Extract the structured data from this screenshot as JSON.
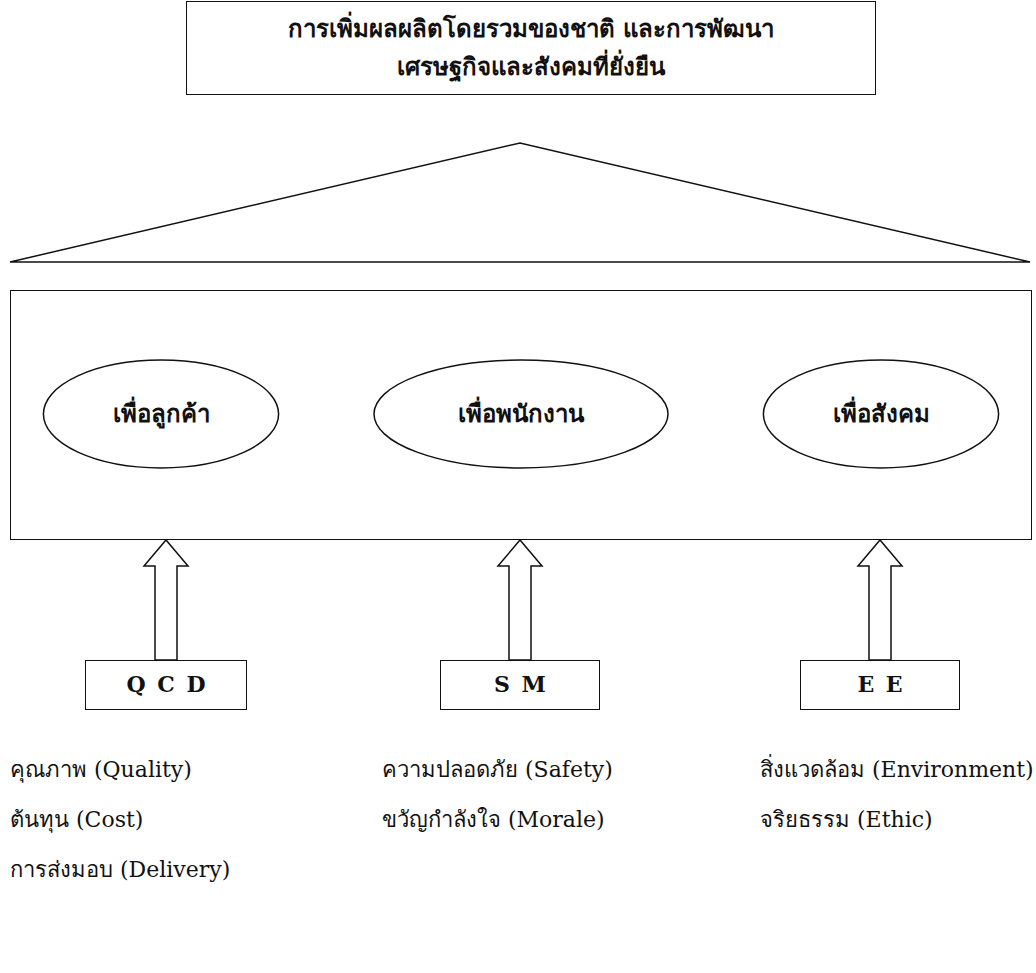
{
  "diagram": {
    "nodes": [
      {
        "text": [
          "การเพิ่มผลผลิตโดยรวมของชาติ และการพัฒนา เศรษฐกิจและสังคมที่ยั่งยืน"
        ]
      },
      {
        "text": []
      },
      {
        "text": [
          "เพื่อลูกค้า"
        ],
        "in": 1
      },
      {
        "text": [
          "เพื่อพนักงาน"
        ],
        "in": 1
      },
      {
        "text": [
          "เพื่อสังคม"
        ],
        "in": 1
      },
      {
        "text": [
          "Q C D"
        ]
      },
      {
        "text": [
          "S M"
        ]
      },
      {
        "text": [
          "E E"
        ]
      }
    ],
    "edges": [
      {
        "from": 5,
        "to": 1,
        "arrow": "to"
      },
      {
        "from": 6,
        "to": 1,
        "arrow": "to"
      },
      {
        "from": 7,
        "to": 1,
        "arrow": "to"
      }
    ],
    "labels": [
      "คุณภาพ (Quality)",
      "ต้นทุน (Cost)",
      "การส่งมอบ (Delivery)",
      "ความปลอดภัย (Safety)",
      "ขวัญกำลังใจ (Morale)",
      "สิ่งแวดล้อม (Environment)",
      "จริยธรรม (Ethic)"
    ]
  }
}
